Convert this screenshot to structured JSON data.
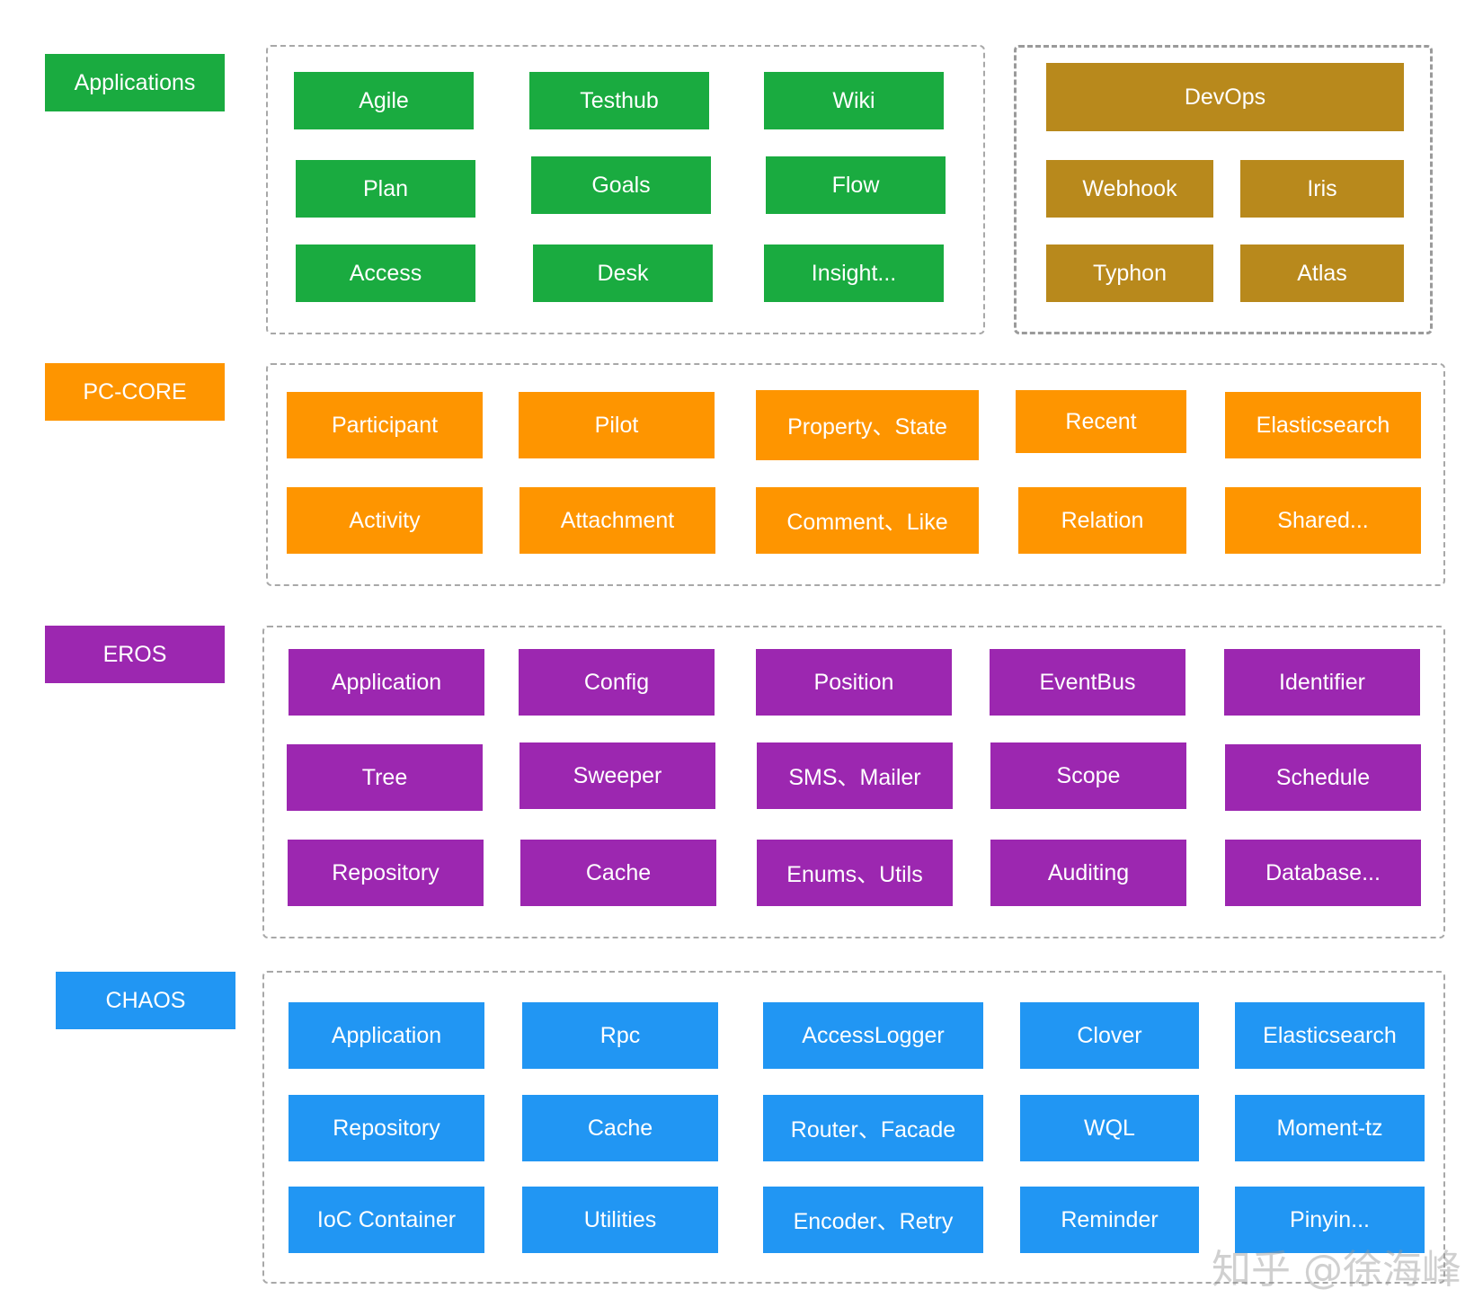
{
  "colors": {
    "applications": "#1aab40",
    "devops": "#b8891c",
    "pc_core": "#fe9500",
    "eros": "#9c27b0",
    "chaos": "#2196f3",
    "frame_border": "#a8a8a8"
  },
  "layers": {
    "applications": {
      "label": "Applications",
      "items": [
        "Agile",
        "Testhub",
        "Wiki",
        "Plan",
        "Goals",
        "Flow",
        "Access",
        "Desk",
        "Insight..."
      ]
    },
    "devops": {
      "header": "DevOps",
      "items": [
        "Webhook",
        "Iris",
        "Typhon",
        "Atlas"
      ]
    },
    "pc_core": {
      "label": "PC-CORE",
      "items": [
        "Participant",
        "Pilot",
        "Property、State",
        "Recent",
        "Elasticsearch",
        "Activity",
        "Attachment",
        "Comment、Like",
        "Relation",
        "Shared..."
      ]
    },
    "eros": {
      "label": "EROS",
      "items": [
        "Application",
        "Config",
        "Position",
        "EventBus",
        "Identifier",
        "Tree",
        "Sweeper",
        "SMS、Mailer",
        "Scope",
        "Schedule",
        "Repository",
        "Cache",
        "Enums、Utils",
        "Auditing",
        "Database..."
      ]
    },
    "chaos": {
      "label": "CHAOS",
      "items": [
        "Application",
        "Rpc",
        "AccessLogger",
        "Clover",
        "Elasticsearch",
        "Repository",
        "Cache",
        "Router、Facade",
        "WQL",
        "Moment-tz",
        "IoC Container",
        "Utilities",
        "Encoder、Retry",
        "Reminder",
        "Pinyin..."
      ]
    }
  },
  "watermark": "知乎 @徐海峰"
}
